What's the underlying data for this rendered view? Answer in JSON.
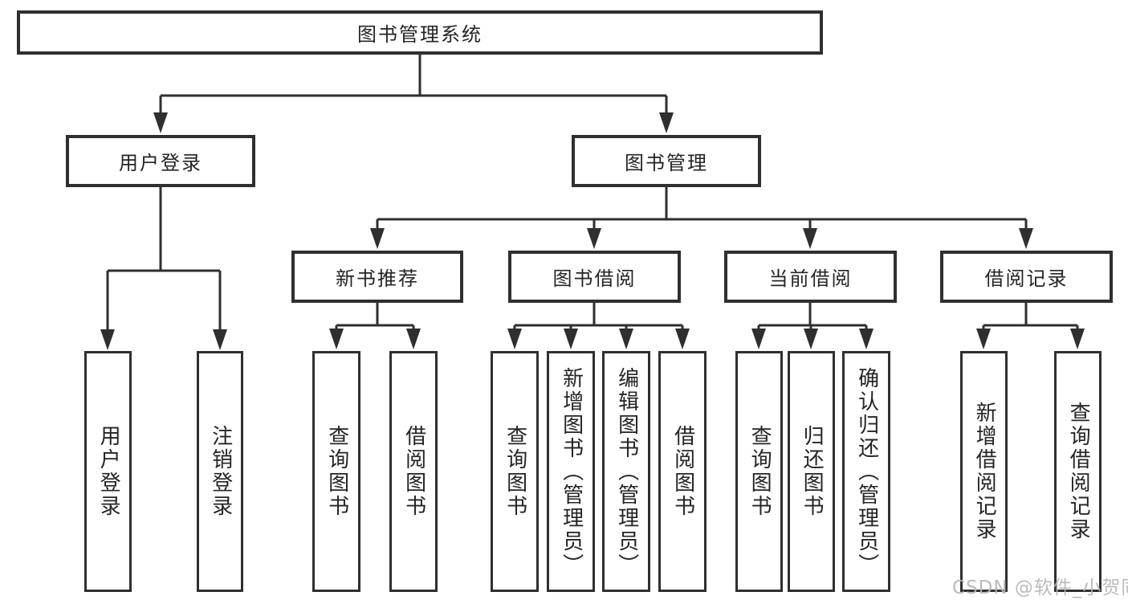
{
  "nodes": {
    "root": {
      "label": "图书管理系统"
    },
    "level2": [
      {
        "label": "用户登录"
      },
      {
        "label": "图书管理"
      }
    ],
    "level3": [
      {
        "label": "新书推荐",
        "parent": "图书管理"
      },
      {
        "label": "图书借阅",
        "parent": "图书管理"
      },
      {
        "label": "当前借阅",
        "parent": "图书管理"
      },
      {
        "label": "借阅记录",
        "parent": "图书管理"
      }
    ],
    "leaves": [
      {
        "label": "用户登录",
        "parent": "用户登录"
      },
      {
        "label": "注销登录",
        "parent": "用户登录"
      },
      {
        "label": "查询图书",
        "parent": "新书推荐"
      },
      {
        "label": "借阅图书",
        "parent": "新书推荐"
      },
      {
        "label": "查询图书",
        "parent": "图书借阅"
      },
      {
        "label": "新增图书（管理员）",
        "parent": "图书借阅"
      },
      {
        "label": "编辑图书（管理员）",
        "parent": "图书借阅"
      },
      {
        "label": "借阅图书",
        "parent": "图书借阅"
      },
      {
        "label": "查询图书",
        "parent": "当前借阅"
      },
      {
        "label": "归还图书",
        "parent": "当前借阅"
      },
      {
        "label": "确认归还（管理员）",
        "parent": "当前借阅"
      },
      {
        "label": "新增借阅记录",
        "parent": "借阅记录"
      },
      {
        "label": "查询借阅记录",
        "parent": "借阅记录"
      }
    ]
  },
  "watermark": {
    "text": "CSDN @软件_小贺同学"
  },
  "colors": {
    "line": "#2f2f2f",
    "text": "#242424",
    "box_background": "#ffffff",
    "page_background": "#ffffff",
    "watermark": "#b4b4b4"
  }
}
